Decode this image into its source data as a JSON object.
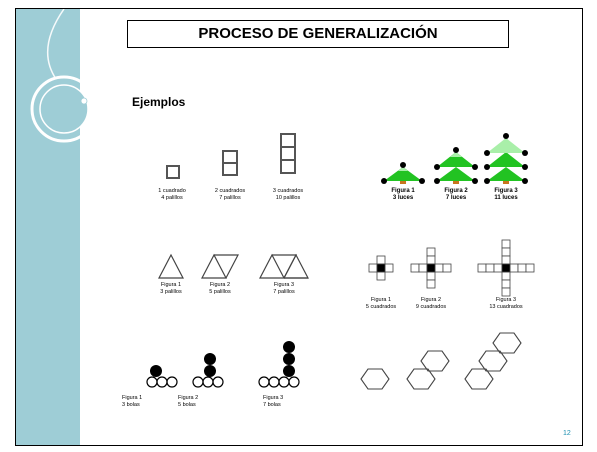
{
  "slide": {
    "title": "PROCESO DE GENERALIZACIÓN",
    "subtitle": "Ejemplos",
    "page_number": "12"
  },
  "examples": [
    {
      "labels": [
        [
          "1 cuadrado",
          "4 palillos"
        ],
        [
          "2 cuadrados",
          "7 palillos"
        ],
        [
          "3 cuadrados",
          "10 palillos"
        ]
      ]
    },
    {
      "labels": [
        [
          "Figura 1",
          "3 luces"
        ],
        [
          "Figura 2",
          "7 luces"
        ],
        [
          "Figura 3",
          "11 luces"
        ]
      ]
    },
    {
      "labels": [
        [
          "Figura 1",
          "3 palillos"
        ],
        [
          "Figura 2",
          "5 palillos"
        ],
        [
          "Figura 3",
          "7 palillos"
        ]
      ]
    },
    {
      "labels": [
        [
          "Figura 1",
          "5 cuadrados"
        ],
        [
          "Figura 2",
          "9 cuadrados"
        ],
        [
          "Figura 3",
          "13 cuadrados"
        ]
      ]
    },
    {
      "labels": [
        [
          "Figura 1",
          "3 bolas"
        ],
        [
          "Figura 2",
          "5 bolas"
        ],
        [
          "Figura 3",
          "7 bolas"
        ]
      ]
    }
  ],
  "colors": {
    "band": "#9ecdd6",
    "tree_green": "#22c322",
    "tree_light": "#a9efa9",
    "page_number": "#1c8fb0"
  }
}
